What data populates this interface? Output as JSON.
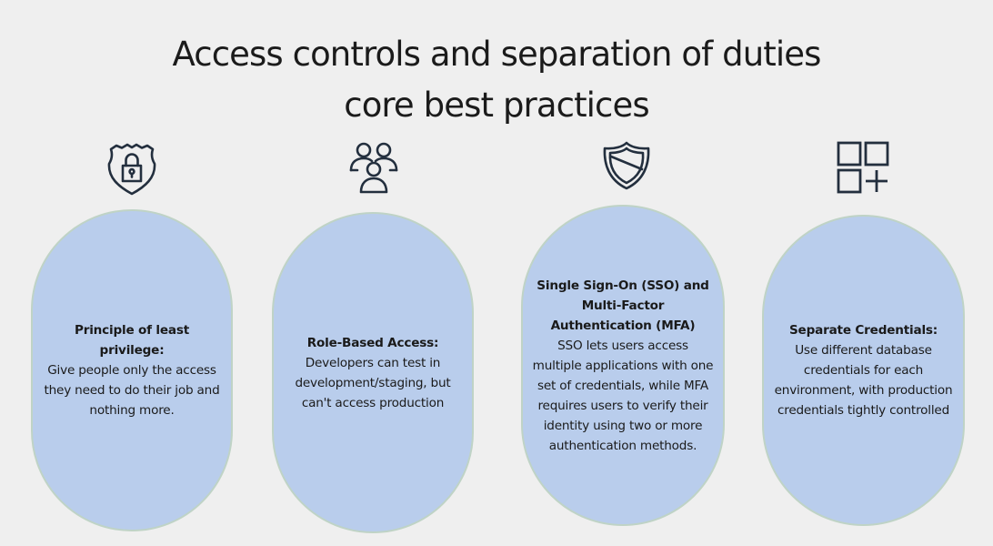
{
  "title": {
    "line1": "Access controls and separation of duties",
    "line2": "core best practices"
  },
  "colors": {
    "background": "#efefef",
    "pill_fill": "#b9cdec",
    "pill_border": "#bfd3c6",
    "icon_stroke": "#232f3e",
    "text": "#1a1a1a"
  },
  "practices": [
    {
      "icon": "shield-lock-icon",
      "heading": "Principle of least privilege:",
      "body": "Give people only the access they need to do their job and nothing more."
    },
    {
      "icon": "users-group-icon",
      "heading": "Role-Based Access:",
      "body": "Developers can test in development/staging, but can't access production"
    },
    {
      "icon": "shield-icon",
      "heading": "Single Sign-On (SSO) and Multi-Factor Authentication (MFA)",
      "body": "SSO lets users access multiple applications with one set of credentials, while MFA requires users to verify their identity using two or more authentication methods."
    },
    {
      "icon": "grid-add-icon",
      "heading": "Separate Credentials:",
      "body": "Use different database credentials for each environment, with production credentials tightly controlled"
    }
  ]
}
